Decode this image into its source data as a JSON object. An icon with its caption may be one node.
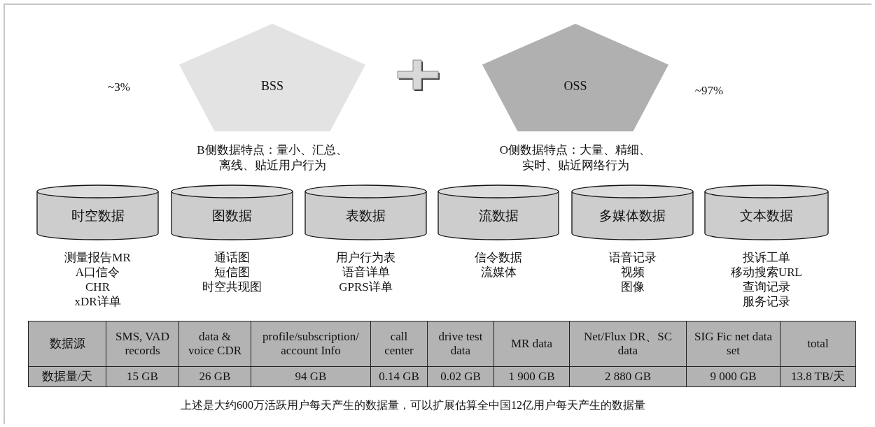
{
  "diagram": {
    "caption": "上述是大约600万活跃用户每天产生的数据量，可以扩展估算全中国12亿用户每天产生的数据量",
    "nodes": [
      {
        "text": [
          "BSS"
        ],
        "beside": [
          "B侧数据特点：量小、汇总、离线、贴近用户行为"
        ]
      },
      {
        "text": [
          "OSS"
        ],
        "beside": [
          "O侧数据特点：大量、精细、实时、贴近网络行为"
        ]
      },
      {
        "text": [
          "时空数据"
        ],
        "beside": [
          "测量报告MR",
          "A口信令",
          "CHR",
          "xDR详单"
        ]
      },
      {
        "text": [
          "图数据"
        ],
        "beside": [
          "通话图",
          "短信图",
          "时空共现图"
        ]
      },
      {
        "text": [
          "表数据"
        ],
        "beside": [
          "用户行为表",
          "语音详单",
          "GPRS详单"
        ]
      },
      {
        "text": [
          "流数据"
        ],
        "beside": [
          "信令数据",
          "流媒体"
        ]
      },
      {
        "text": [
          "多媒体数据"
        ],
        "beside": [
          "语音记录",
          "视频",
          "图像"
        ]
      },
      {
        "text": [
          "文本数据"
        ],
        "beside": [
          "投诉工单",
          "移动搜索URL",
          "查询记录",
          "服务记录"
        ]
      }
    ],
    "labels": [
      "~3%",
      "~97%",
      "数据源",
      "SMS, VAD records",
      "data & voice CDR",
      "profile/subscription/ account Info",
      "call center",
      "drive test data",
      "MR data",
      "Net/Flux DR、SC data",
      "SIG Fic net data set",
      "total",
      "数据量/天",
      "15 GB",
      "26 GB",
      "94 GB",
      "0.14 GB",
      "0.02 GB",
      "1 900 GB",
      "2 880 GB",
      "9 000 GB",
      "13.8 TB/天"
    ]
  }
}
